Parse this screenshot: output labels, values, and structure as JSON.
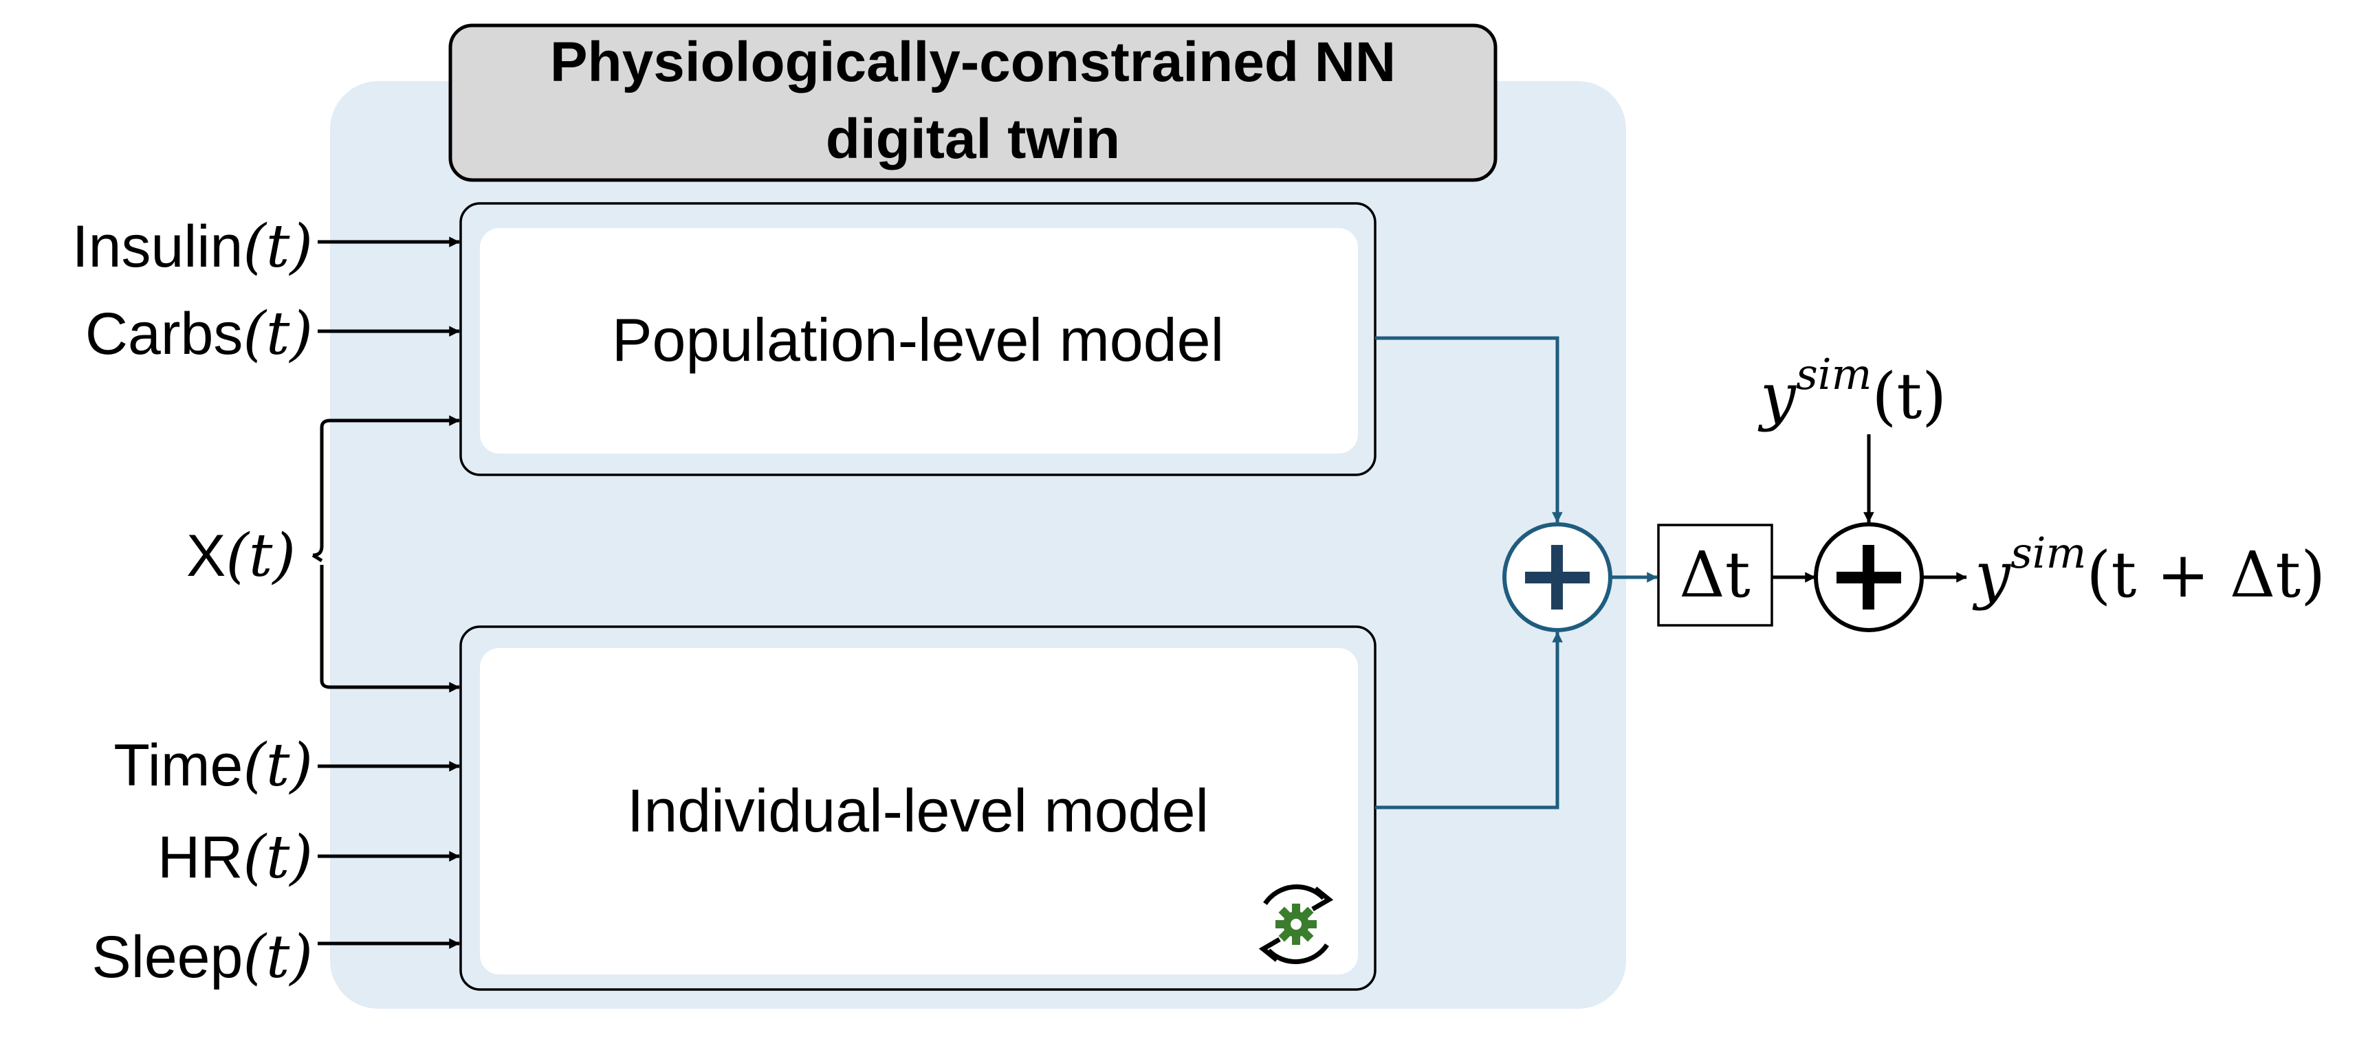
{
  "diagram": {
    "title_line1": "Physiologically-constrained NN",
    "title_line2": "digital twin",
    "population_model": "Population-level model",
    "individual_model": "Individual-level model",
    "inputs": {
      "insulin": "Insulin",
      "carbs": "Carbs",
      "x": "X",
      "time": "Time",
      "hr": "HR",
      "sleep": "Sleep",
      "arg": "(t)"
    },
    "delta_block": "Δt",
    "y_sim_base": "y",
    "y_sim_sup": "sim",
    "y_sim_arg": "(t)",
    "y_out_arg": "(t + Δt)",
    "sum_symbol": "+",
    "colors": {
      "panel": "#e2ecf5",
      "title_box": "#d8d8d8",
      "accent": "#1f5d7e",
      "gear": "#3a7d2c"
    },
    "icons": {
      "retrain": "retrain-cycle-gear-icon"
    }
  }
}
